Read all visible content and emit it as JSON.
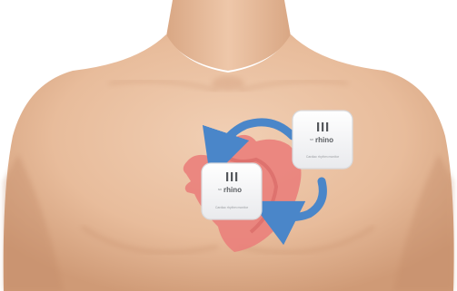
{
  "scene": {
    "subject": "torso-with-heart-and-patches",
    "colors": {
      "skin": "#eac0a1",
      "skin_shadow": "#cf9a76",
      "heart": "#ea7f7b",
      "heart_dark": "#d86a66",
      "arrow": "#4a86c9",
      "patch": "#f4f5f7",
      "patch_border": "#d9dadd",
      "patch_mark": "#55585c"
    }
  },
  "devices": [
    {
      "brand_prefix": "sn",
      "brand": "rhino",
      "caption": "Cardiac rhythm monitor"
    },
    {
      "brand_prefix": "sn",
      "brand": "rhino",
      "caption": "Cardiac rhythm monitor"
    }
  ],
  "icons": [
    "rotation-arrow-icon",
    "rotation-arrow-icon"
  ]
}
